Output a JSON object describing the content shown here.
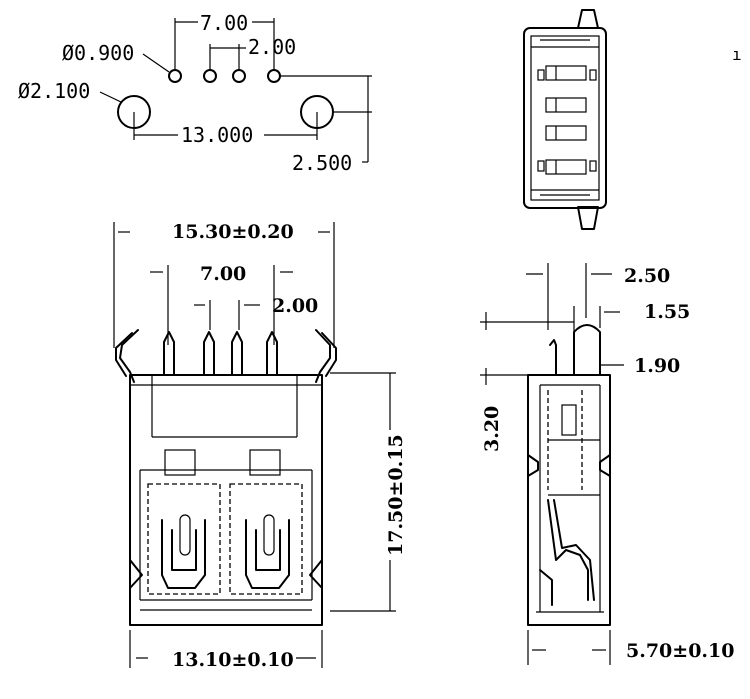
{
  "footprint": {
    "pitch_outer": "7.00",
    "pitch_inner": "2.00",
    "small_hole_dia": "Ø0.900",
    "large_hole_dia": "Ø2.100",
    "hole_span": "13.000",
    "offset": "2.500"
  },
  "front_view": {
    "overall_width": "15.30±0.20",
    "pin_span": "7.00",
    "pin_pitch": "2.00",
    "body_height": "17.50±0.15",
    "body_width": "13.10±0.10"
  },
  "side_view": {
    "top_offset": "2.50",
    "tab_height": "1.55",
    "pin_offset": "1.90",
    "height": "3.20",
    "depth": "5.70±0.10"
  },
  "mark": "ı"
}
